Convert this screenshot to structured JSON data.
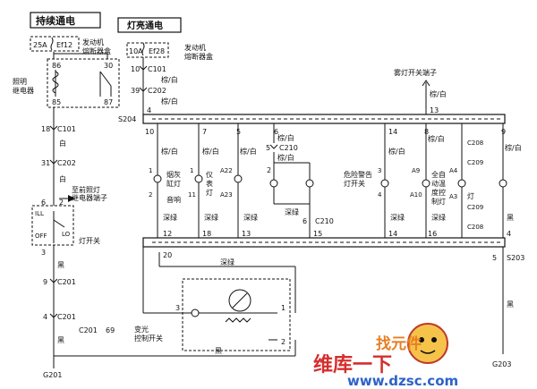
{
  "boxes": {
    "always_on": "持续通电",
    "ignition_on": "灯亮通电"
  },
  "fuses": {
    "left_rating": "25A",
    "left_name": "Ef12",
    "left_box": [
      "发动机",
      "熔断器盒"
    ],
    "mid_rating": "10A",
    "mid_name": "Ef28",
    "mid_box": [
      "发动机",
      "熔断器盒"
    ]
  },
  "relay": {
    "name": [
      "照明",
      "继电器"
    ],
    "pins": [
      "86",
      "30",
      "85",
      "87"
    ]
  },
  "connectors": {
    "c101": "C101",
    "c202": "C202",
    "c201": "C201",
    "c210": "C210",
    "c208": "C208",
    "c209": "C209",
    "s204": "S204",
    "s203": "S203",
    "g201": "G201",
    "g203": "G203"
  },
  "left_column": {
    "pin18": "18",
    "pin31": "31",
    "pin9": "9",
    "pin4": "4",
    "pin69": "69",
    "pin6": "6",
    "pin2": "2",
    "pin3": "3",
    "white": "白",
    "black": "黑",
    "front_fog_label": [
      "至前照灯",
      "继电器端子"
    ],
    "switch_name": "灯开关",
    "switch_ill": "ILL",
    "switch_off": "OFF",
    "switch_lo": "LO"
  },
  "mid_column": {
    "pin10": "10",
    "pin39": "39",
    "wire_brown_white": "棕/白",
    "fog_terminal": "雾灯开关端子"
  },
  "bus": {
    "top_pins": [
      "4",
      "10",
      "7",
      "5",
      "6",
      "14",
      "8",
      "13",
      "9"
    ],
    "bottom_pins": [
      "12",
      "18",
      "13",
      "15",
      "14",
      "16",
      "4",
      "20",
      "5"
    ],
    "wire_labels": [
      "棕/白",
      "棕/白",
      "棕/白",
      "棕/白",
      "棕/白",
      "棕/白",
      "棕/白"
    ],
    "dark_green": "深绿"
  },
  "loads": {
    "cigar": [
      "烟灰",
      "缸灯"
    ],
    "audio": "音响",
    "cluster": [
      "仪",
      "表",
      "灯"
    ],
    "a22": "A22",
    "a23": "A23",
    "hazard": [
      "危险警告",
      "灯开关"
    ],
    "a9": "A9",
    "a10": "A10",
    "climate": [
      "全自",
      "动温",
      "度控",
      "制灯"
    ],
    "a4": "A4",
    "a3": "A3",
    "lamp": "灯",
    "pin1": "1",
    "pin2": "2",
    "pin11": "11",
    "pin3": "3",
    "pin4": "4"
  },
  "dimmer": {
    "name": [
      "变光",
      "控制开关"
    ],
    "pin3": "3",
    "pin1": "1",
    "pin2": "2"
  },
  "watermark": {
    "brand": "维库一下",
    "url": "www.dzsc.com",
    "badge": "找元件"
  }
}
